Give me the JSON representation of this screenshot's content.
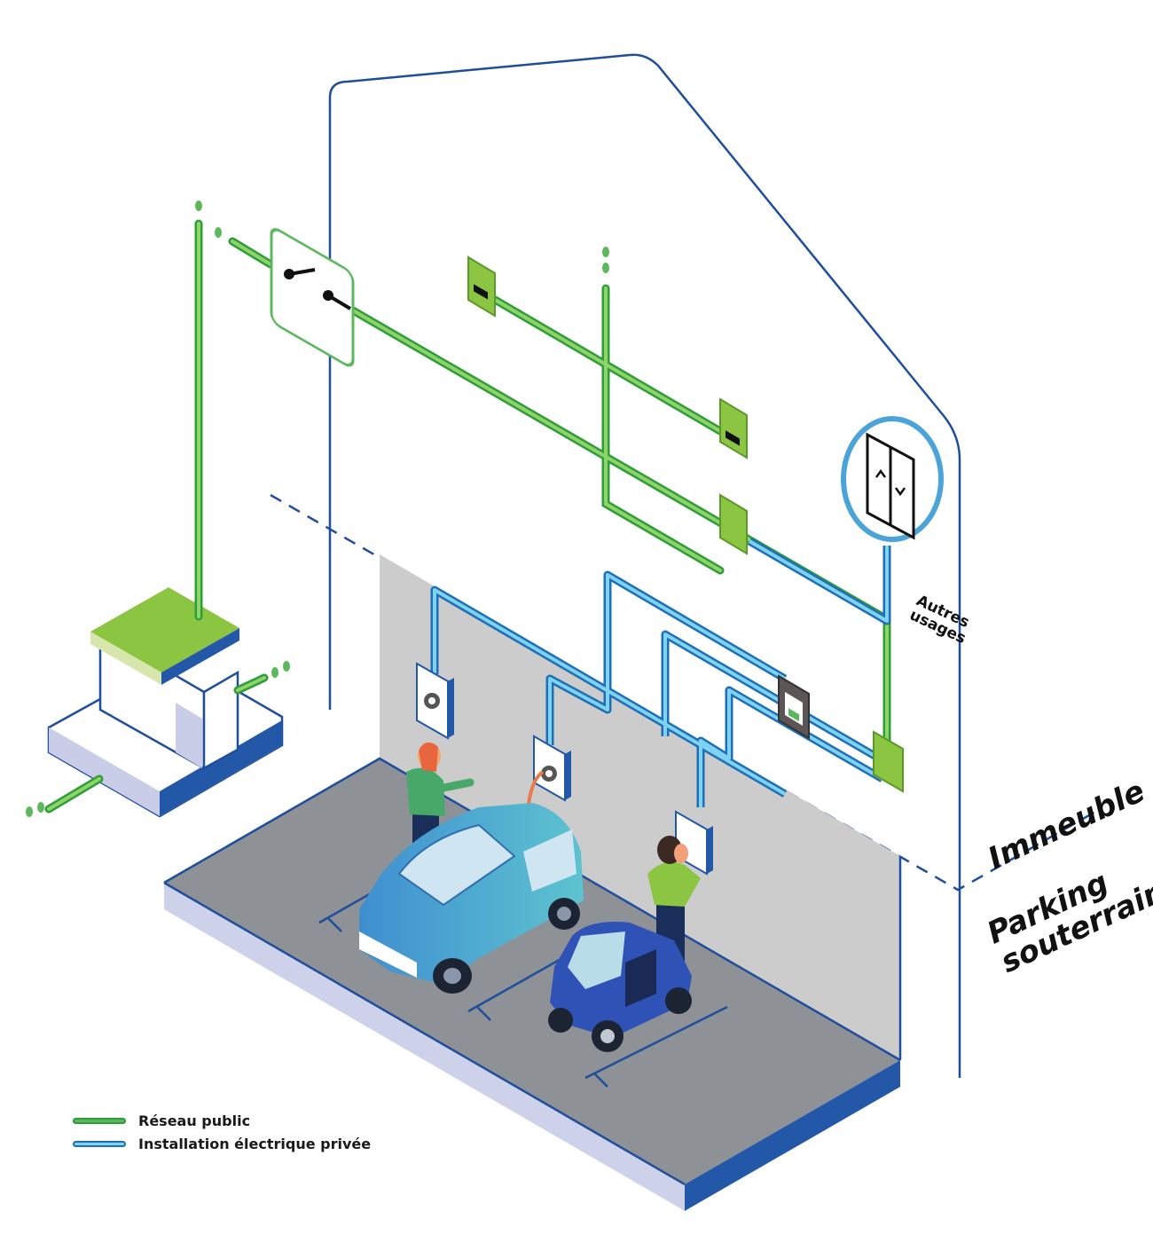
{
  "labels": {
    "building": "Immeuble",
    "parking_line1": "Parking",
    "parking_line2": "souterrain",
    "other_uses_line1": "Autres",
    "other_uses_line2": "usages"
  },
  "legend": [
    {
      "label": "Réseau public",
      "color": "#5cb85c"
    },
    {
      "label": "Installation électrique privée",
      "color": "#4aa3d9"
    }
  ],
  "colors": {
    "public_network": "#5cb85c",
    "private_installation": "#4aa3d9",
    "building_outline": "#1f4e9c",
    "floor": "#8f9296",
    "wall": "#cfcfcf"
  },
  "icons": [
    "substation",
    "switch-icon",
    "meter-icon",
    "charging-station-icon",
    "elevator-icon",
    "car",
    "person"
  ]
}
